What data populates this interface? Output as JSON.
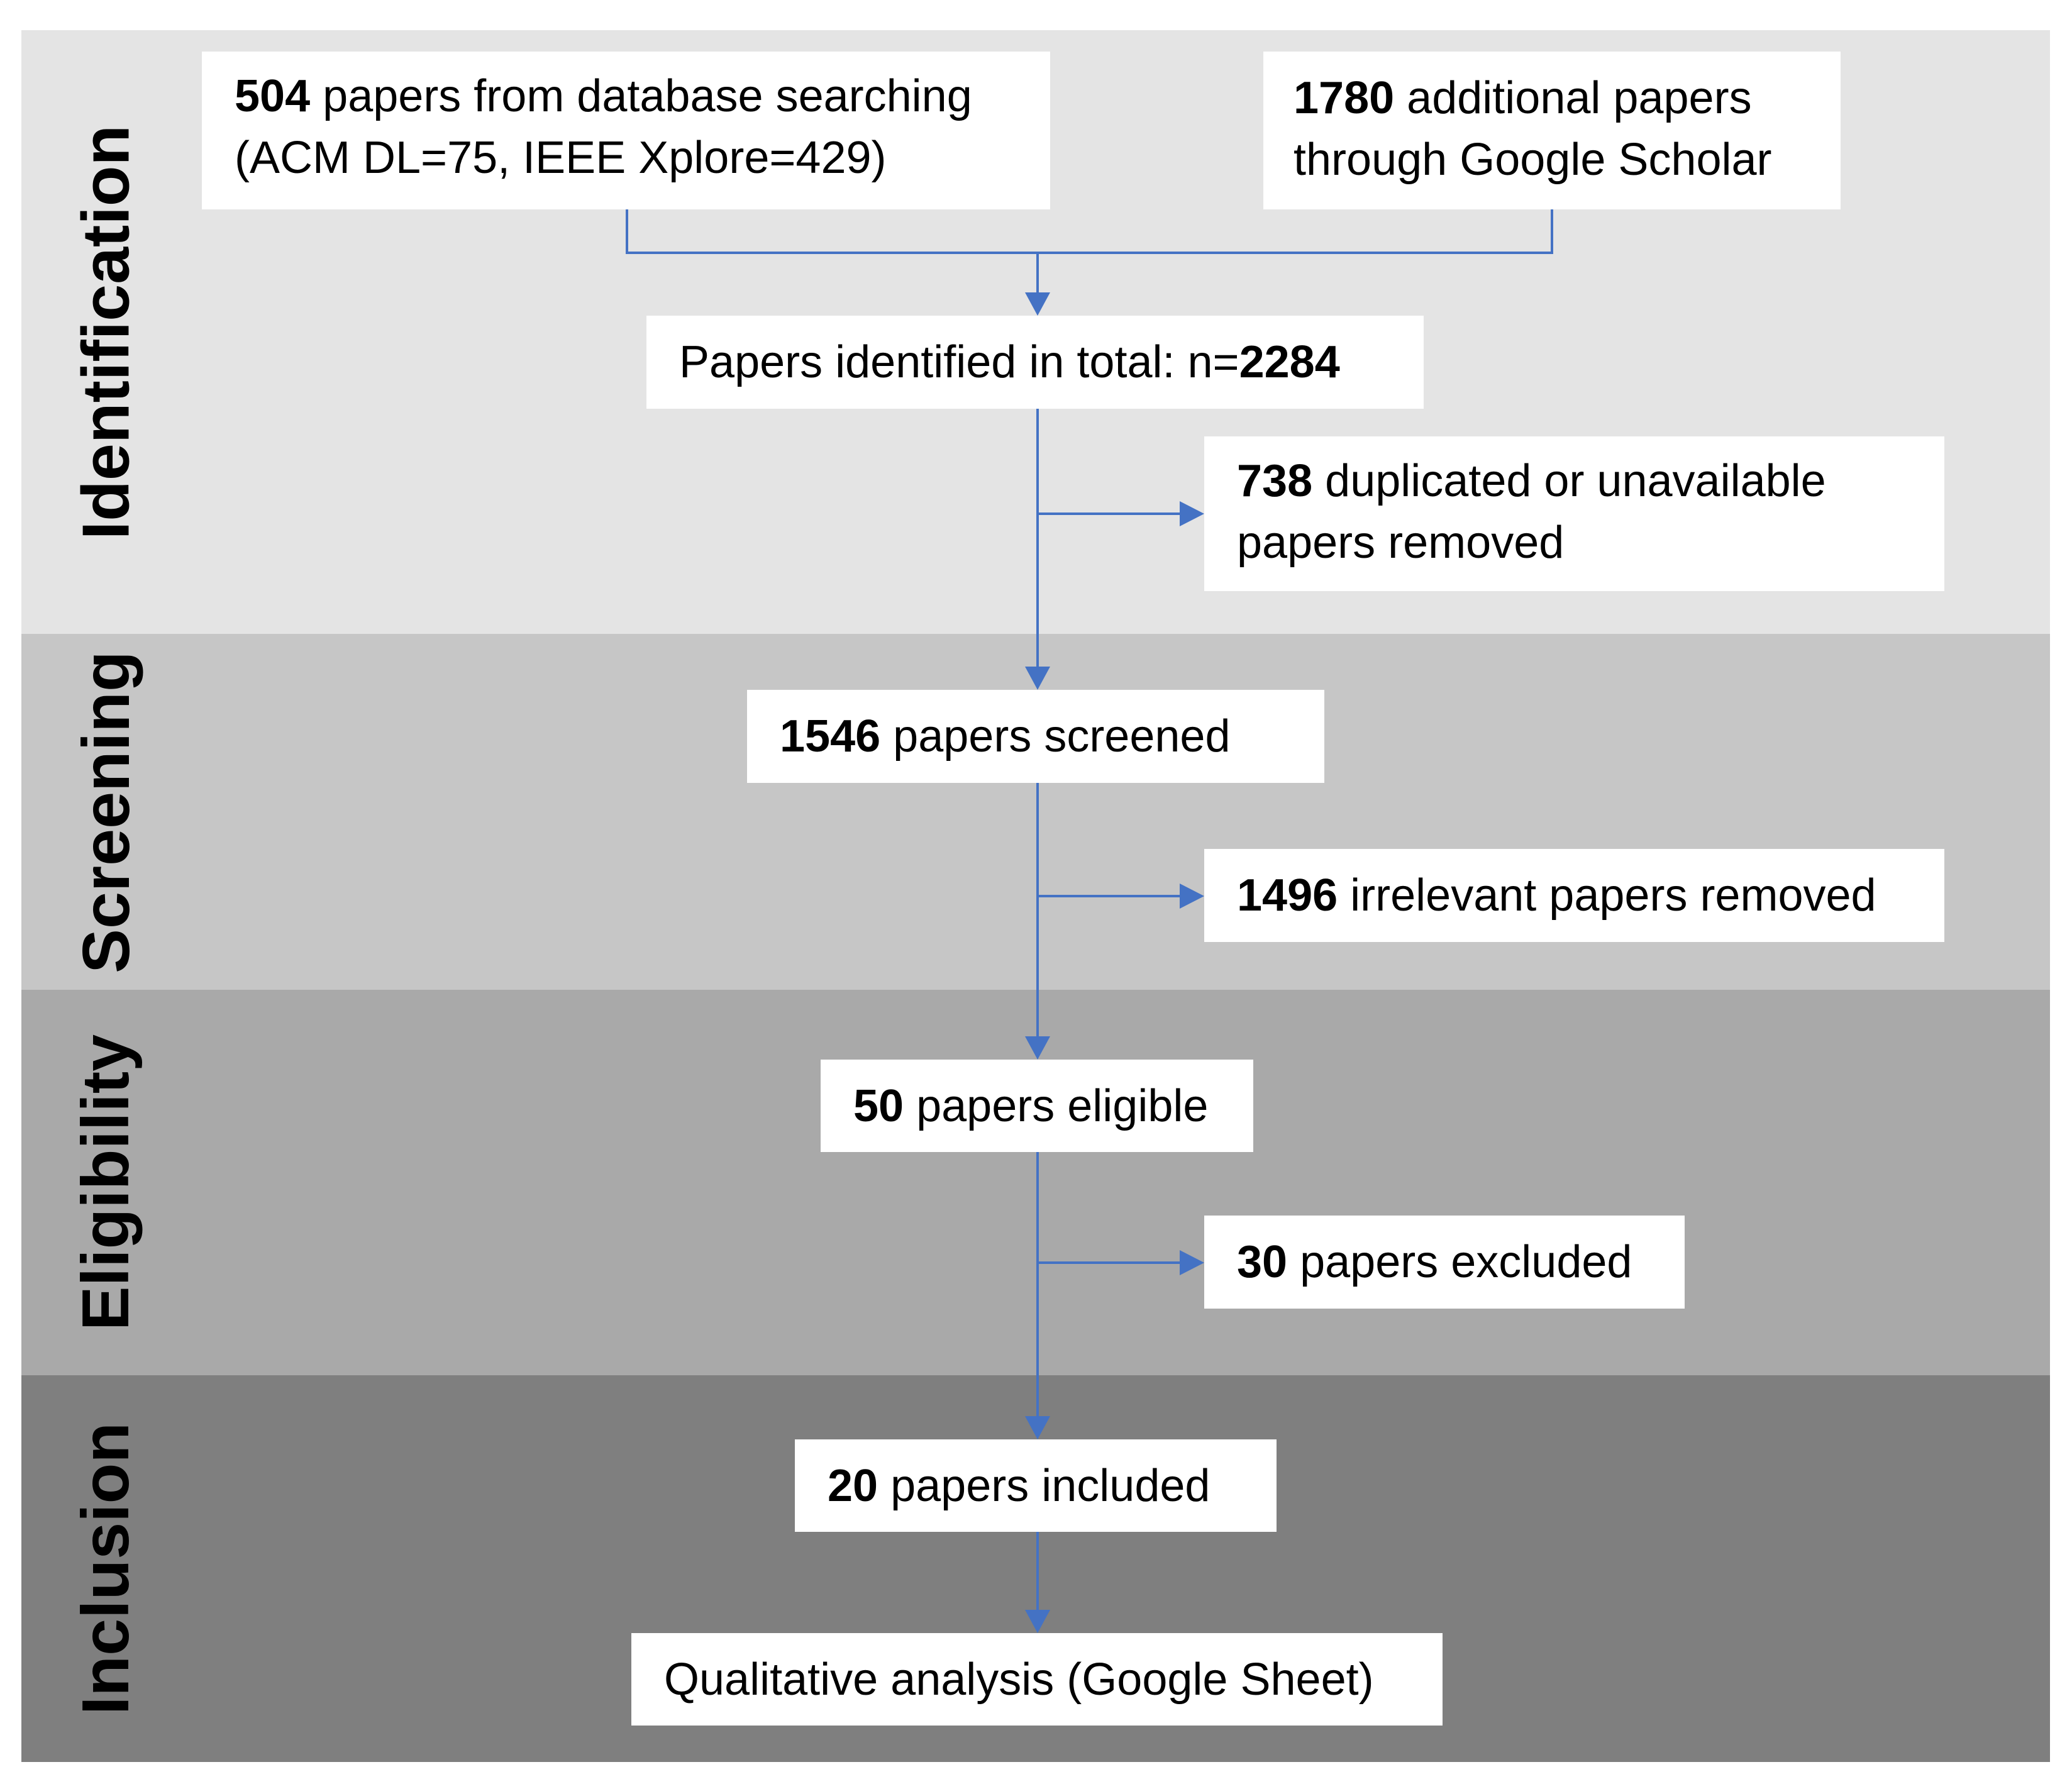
{
  "colors": {
    "identification_band": "#e4e4e4",
    "screening_band": "#c6c6c6",
    "eligibility_band": "#a9a9a9",
    "inclusion_band": "#7f7f7f",
    "box_fill": "#ffffff",
    "arrow": "#4472c4"
  },
  "stages": {
    "identification": "Identification",
    "screening": "Screening",
    "eligibility": "Eligibility",
    "inclusion": "Inclusion"
  },
  "boxes": {
    "database": {
      "num": "504",
      "text": " papers from database searching",
      "line2": "(ACM DL=75, IEEE Xplore=429)"
    },
    "scholar": {
      "num": "1780",
      "text": " additional papers",
      "line2": "through Google Scholar"
    },
    "identified": {
      "text": "Papers identified in total: n=",
      "num": "2284"
    },
    "removed_dup": {
      "num": "738",
      "text": " duplicated or unavailable",
      "line2": "papers removed"
    },
    "screened": {
      "num": "1546",
      "text": " papers screened"
    },
    "irrelevant": {
      "num": "1496",
      "text": " irrelevant papers removed"
    },
    "eligible": {
      "num": "50",
      "text": " papers eligible"
    },
    "excluded": {
      "num": "30",
      "text": " papers excluded"
    },
    "included": {
      "num": "20",
      "text": " papers included"
    },
    "qualitative": {
      "text": "Qualitative analysis (Google Sheet)"
    }
  }
}
